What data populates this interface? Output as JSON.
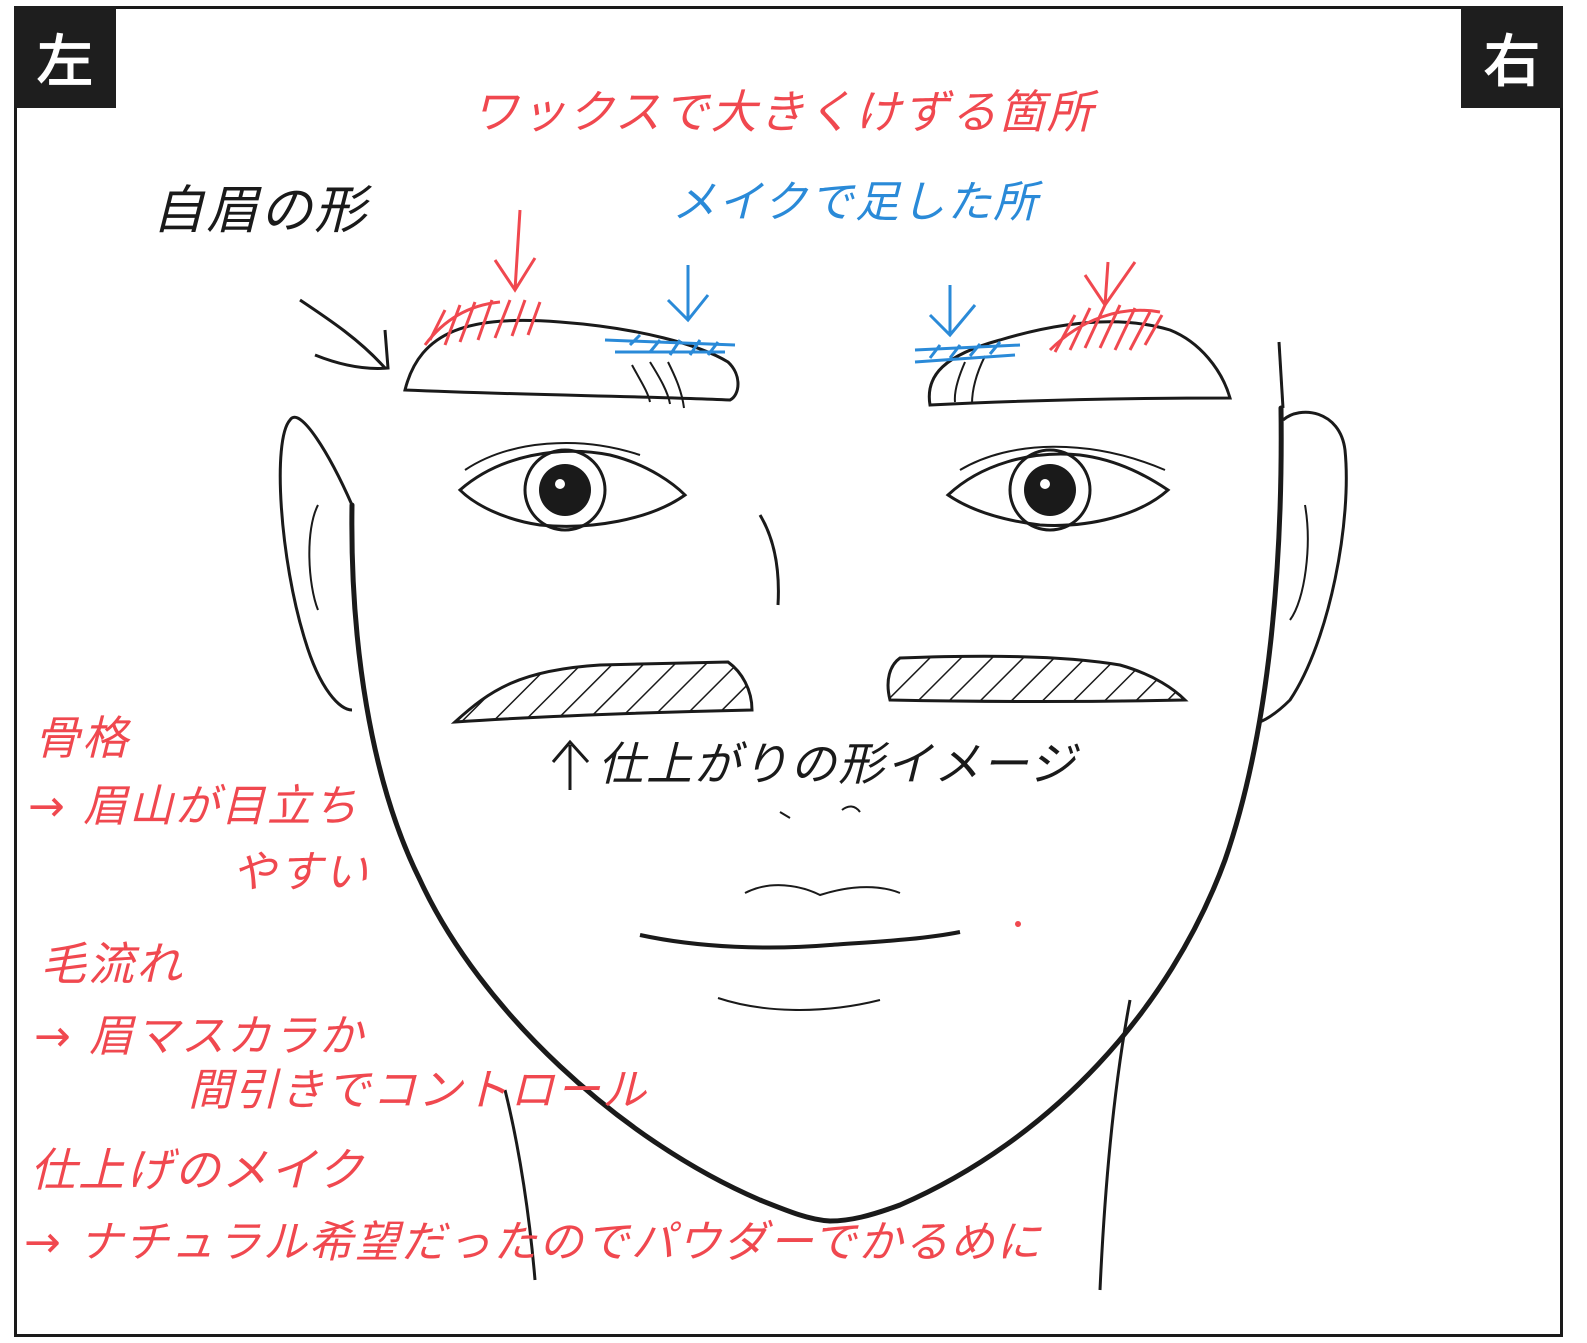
{
  "corners": {
    "left": "左",
    "right": "右"
  },
  "annotations": {
    "wax_area": "ワックスで大きくけずる箇所",
    "makeup_area": "メイクで足した所",
    "own_brow": "自眉の形",
    "finished_image": "仕上がりの形イメージ"
  },
  "notes": {
    "skeleton_title": "骨格",
    "skeleton_body_1": "→ 眉山が目立ち",
    "skeleton_body_2": "やすい",
    "hairflow_title": "毛流れ",
    "hairflow_body_1": "→ 眉マスカラか",
    "hairflow_body_2": "間引きでコントロール",
    "finish_title": "仕上げのメイク",
    "finish_body": "→ ナチュラル希望だったのでパウダーでかるめに"
  },
  "colors": {
    "red_note": "#f0484f",
    "blue_note": "#2a8ad8",
    "line": "#1a1a1a",
    "label_bg": "#1e1e1e"
  }
}
